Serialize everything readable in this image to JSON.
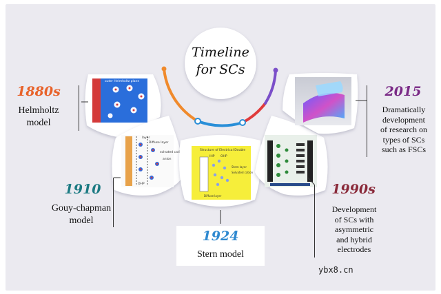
{
  "title": {
    "line1": "Timeline",
    "line2": "for SCs"
  },
  "colors": {
    "panel": "#ebeaf0",
    "orange": "#e8622a",
    "teal": "#1b7a82",
    "blue": "#2f89d0",
    "purple": "#7a2a86",
    "maroon": "#8a2a3a",
    "arc_orange": "#f08a2c",
    "arc_red": "#e03b3b",
    "arc_blue": "#2a8fd8",
    "arc_purple": "#7b4fc9"
  },
  "events": [
    {
      "year": "1880s",
      "label_lines": [
        "Helmholtz",
        "model"
      ],
      "color": "#e8622a"
    },
    {
      "year": "1910",
      "label_lines": [
        "Gouy-chapman",
        "model"
      ],
      "color": "#1b7a82"
    },
    {
      "year": "1924",
      "label_lines": [
        "Stern model"
      ],
      "color": "#2f89d0"
    },
    {
      "year": "1990s",
      "label_lines": [
        "Development",
        "of SCs with",
        "asymmetric",
        "and hybrid",
        "electrodes"
      ],
      "color": "#8a2a3a"
    },
    {
      "year": "2015",
      "label_lines": [
        "Dramatically",
        "development",
        "of research on",
        "types of SCs",
        "such as FSCs"
      ],
      "color": "#7a2a86"
    }
  ],
  "thumb_text": {
    "helmholtz": {
      "top": "outer Helmholtz plane"
    },
    "gouy": {
      "layer": "layer",
      "diffuse": "Diffuse layer",
      "solvated": "solvated cation",
      "anion": "anion",
      "ohp": "OHP"
    },
    "stern": {
      "title": "Structure of Electrical Double",
      "ihp": "IHP",
      "ohp": "OHP",
      "label_a": "Stern layer",
      "label_b": "Solvated cation",
      "label_c": "Diffuse layer"
    }
  },
  "watermark": "ybx8.cn"
}
